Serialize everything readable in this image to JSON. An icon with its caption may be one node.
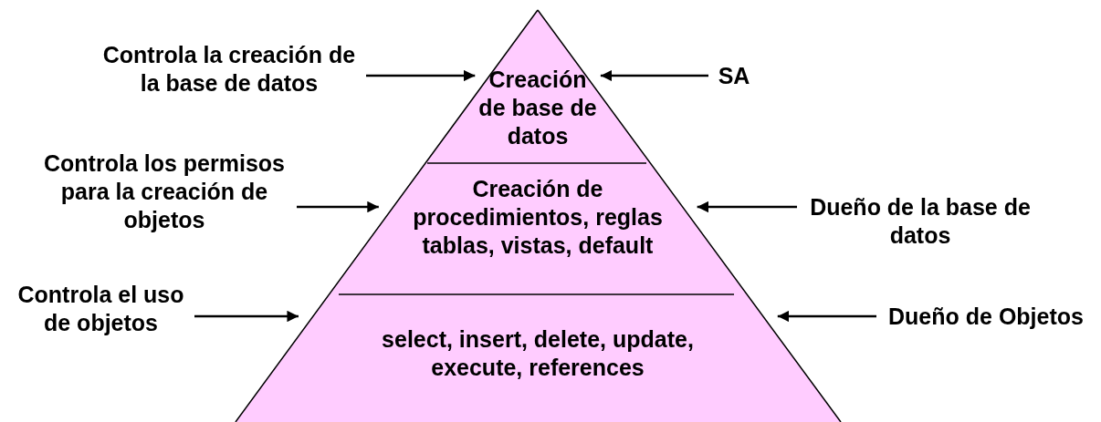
{
  "diagram": {
    "nodes": [
      {
        "text": [
          "Creación de base de datos"
        ]
      },
      {
        "text": [
          "Creación de procedimientos, reglas tablas, vistas, default"
        ]
      },
      {
        "text": [
          "select, insert, delete, update, execute, references"
        ]
      },
      {
        "text": [
          "Controla la creación de la base de datos"
        ]
      },
      {
        "text": [
          "SA"
        ]
      },
      {
        "text": [
          "Controla los permisos para la creación de objetos"
        ]
      },
      {
        "text": [
          "Dueño de la base de datos"
        ]
      },
      {
        "text": [
          "Controla el uso de objetos"
        ]
      },
      {
        "text": [
          "Dueño de Objetos"
        ]
      }
    ],
    "edges": [
      {
        "from": 3,
        "to": 0,
        "arrow": "to"
      },
      {
        "from": 4,
        "to": 0,
        "arrow": "to"
      },
      {
        "from": 5,
        "to": 1,
        "arrow": "to"
      },
      {
        "from": 6,
        "to": 1,
        "arrow": "to"
      },
      {
        "from": 7,
        "to": 2,
        "arrow": "to"
      },
      {
        "from": 8,
        "to": 2,
        "arrow": "to"
      }
    ]
  }
}
